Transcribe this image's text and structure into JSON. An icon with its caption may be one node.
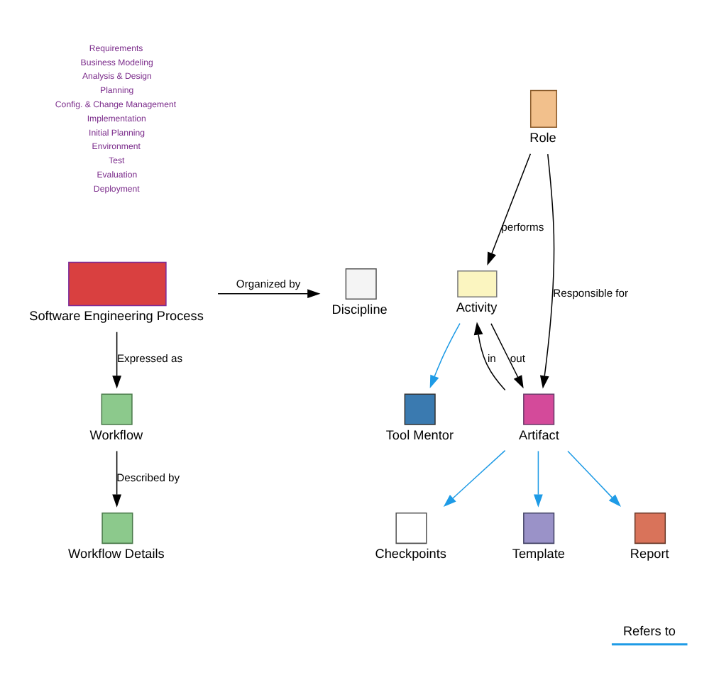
{
  "diagram": {
    "nodes": [
      {
        "text": [
          "Software Engineering Process"
        ]
      },
      {
        "text": [
          "Discipline"
        ]
      },
      {
        "text": [
          "Role"
        ]
      },
      {
        "text": [
          "Activity"
        ]
      },
      {
        "text": [
          "Workflow"
        ]
      },
      {
        "text": [
          "Artifact"
        ]
      },
      {
        "text": [
          "Tool Mentor"
        ]
      },
      {
        "text": [
          "Workflow Details"
        ]
      },
      {
        "text": [
          "Checkpoints"
        ]
      },
      {
        "text": [
          "Template"
        ]
      },
      {
        "text": [
          "Report"
        ]
      }
    ],
    "edges": [
      {
        "from": 0,
        "to": 1,
        "arrow": "to",
        "label": "Organized by"
      },
      {
        "from": 0,
        "to": 4,
        "arrow": "to",
        "label": "Expressed as"
      },
      {
        "from": 2,
        "to": 3,
        "arrow": "to",
        "label": "performs"
      },
      {
        "from": 2,
        "to": 5,
        "arrow": "to",
        "label": "Responsible for"
      },
      {
        "from": 5,
        "to": 3,
        "arrow": "to",
        "label": "in"
      },
      {
        "from": 3,
        "to": 5,
        "arrow": "to",
        "label": "out"
      },
      {
        "from": 3,
        "to": 6,
        "arrow": "to",
        "color": "#1e9be6"
      },
      {
        "from": 4,
        "to": 7,
        "arrow": "to",
        "label": "Described by"
      },
      {
        "from": 5,
        "to": 8,
        "arrow": "to",
        "color": "#1e9be6"
      },
      {
        "from": 5,
        "to": 9,
        "arrow": "to",
        "color": "#1e9be6"
      },
      {
        "from": 5,
        "to": 10,
        "arrow": "to",
        "color": "#1e9be6"
      }
    ],
    "labels": [
      "Requirements",
      "Business Modeling",
      "Analysis & Design",
      "Planning",
      "Config. & Change Management",
      "Implementation",
      "Initial Planning",
      "Environment",
      "Test",
      "Evaluation",
      "Deployment"
    ],
    "legend": [
      {
        "text": "Refers to"
      }
    ]
  }
}
